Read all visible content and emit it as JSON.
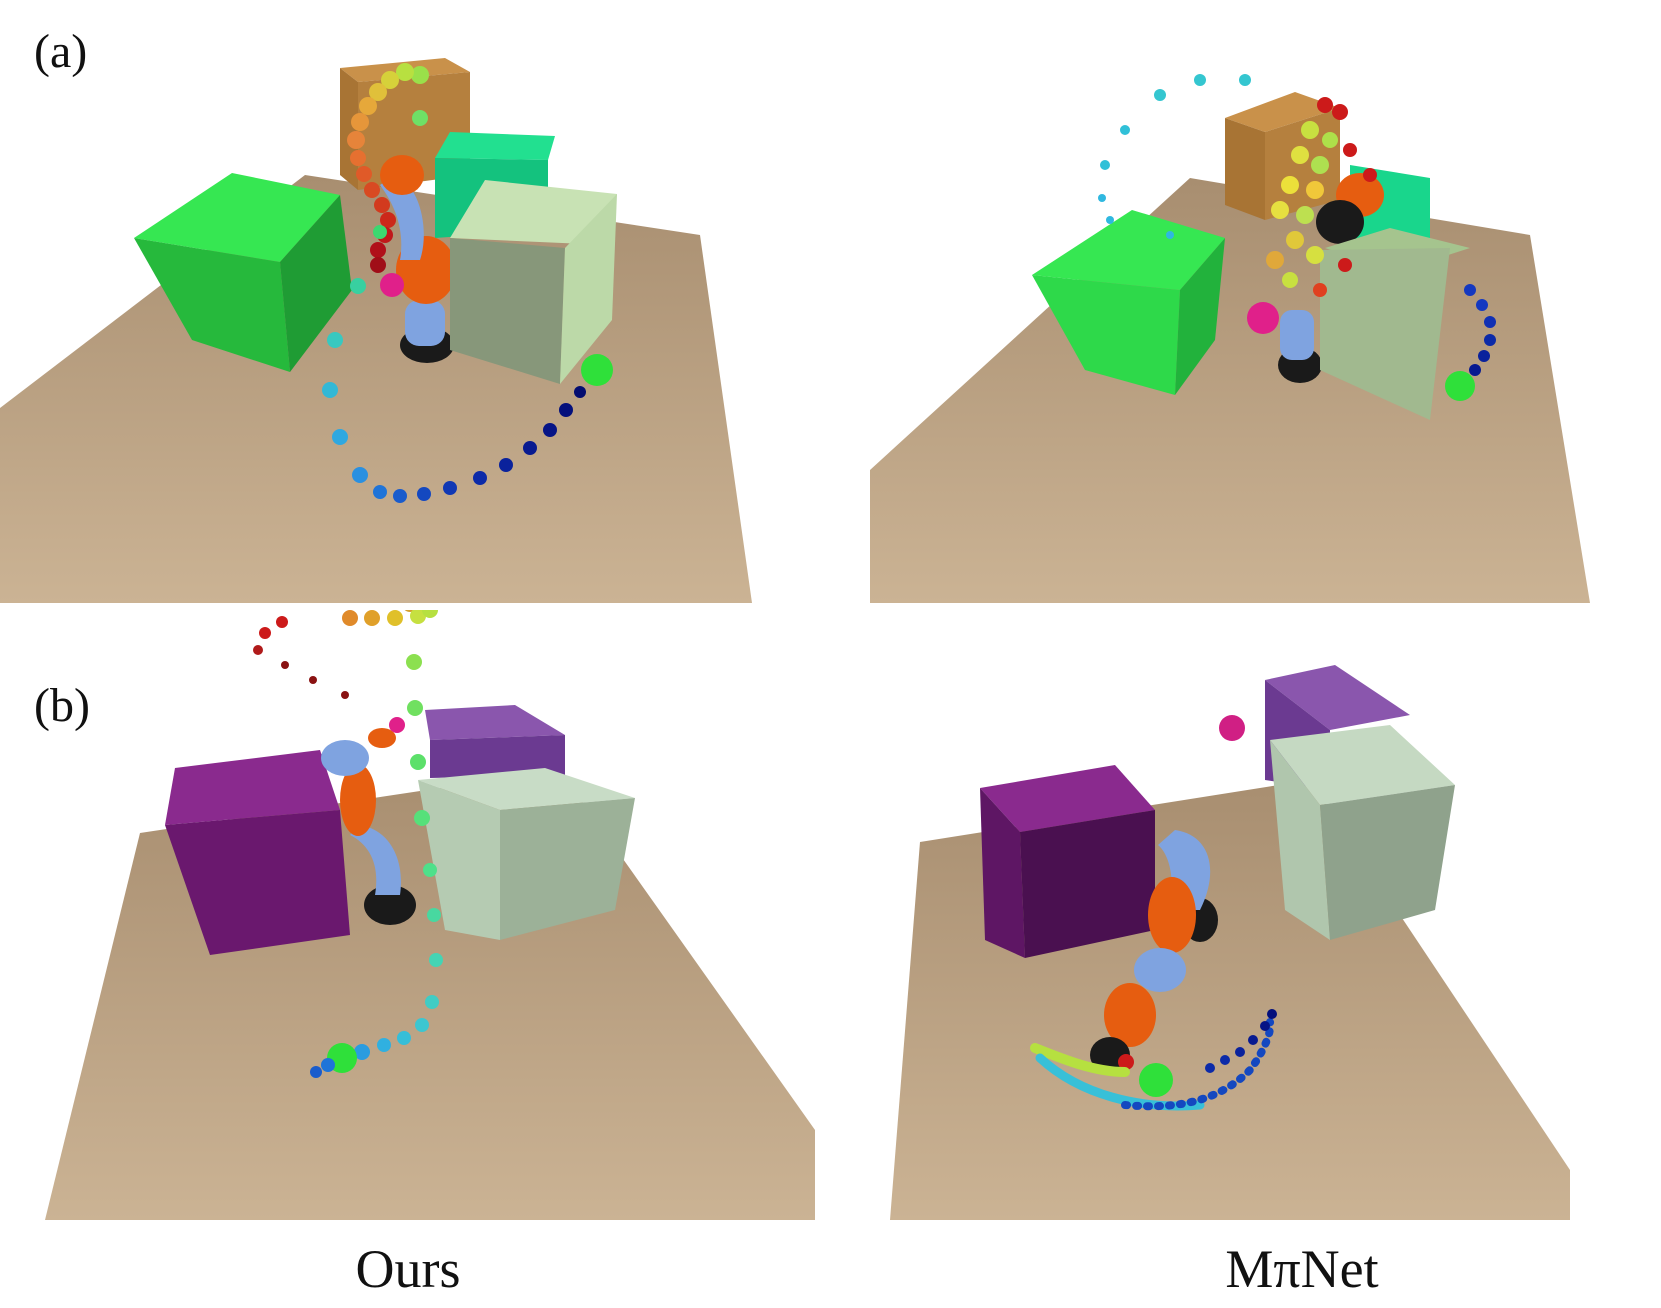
{
  "figure": {
    "row_labels": [
      "(a)",
      "(b)"
    ],
    "column_labels": [
      "Ours",
      "MπNet"
    ]
  },
  "colors": {
    "table": "#c2a888",
    "cube_green": "#2ed94a",
    "cube_teal": "#19d68c",
    "cube_orange": "#b5803e",
    "cube_pale": "#bcd9a8",
    "cube_purple": "#7a1f7e",
    "cube_lavender": "#8a56ad",
    "cube_mint": "#c8dcc6",
    "robot_blue": "#7fa3e0",
    "robot_orange": "#e65d10",
    "goal_green": "#2fe03a",
    "start_magenta": "#e0208a"
  }
}
